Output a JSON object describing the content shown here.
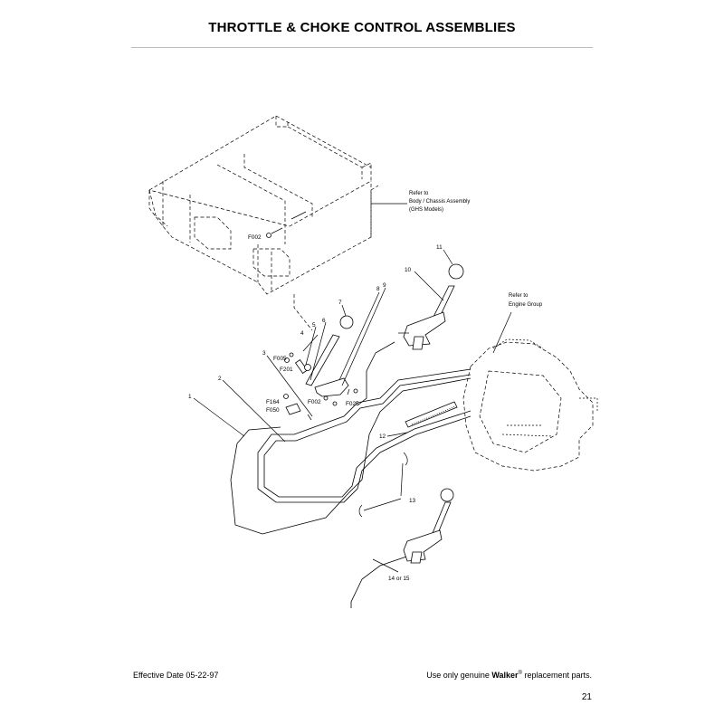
{
  "page": {
    "title": "THROTTLE & CHOKE CONTROL ASSEMBLIES",
    "footer": {
      "effective_date": "Effective Date 05-22-97",
      "notice_prefix": "Use only genuine ",
      "notice_brand": "Walker",
      "notice_mark": "®",
      "notice_suffix": " replacement parts."
    },
    "page_number": "21"
  },
  "notes": {
    "body_chassis": [
      "Refer to",
      "Body / Chassis Assembly",
      "(GHS Models)"
    ],
    "engine_group": [
      "Refer to",
      "Engine Group"
    ]
  },
  "labels": {
    "p1": "1",
    "p2": "2",
    "p3": "3",
    "p4": "4",
    "p5": "5",
    "p6": "6",
    "p7": "7",
    "p8": "8",
    "p9": "9",
    "p10": "10",
    "p11": "11",
    "p12": "12",
    "p13": "13",
    "p14_15": "14 or 15",
    "f002_top": "F002",
    "f005": "F005",
    "f201": "F201",
    "f164": "F164",
    "f050": "F050",
    "f002_mid": "F002",
    "f025": "F025"
  }
}
